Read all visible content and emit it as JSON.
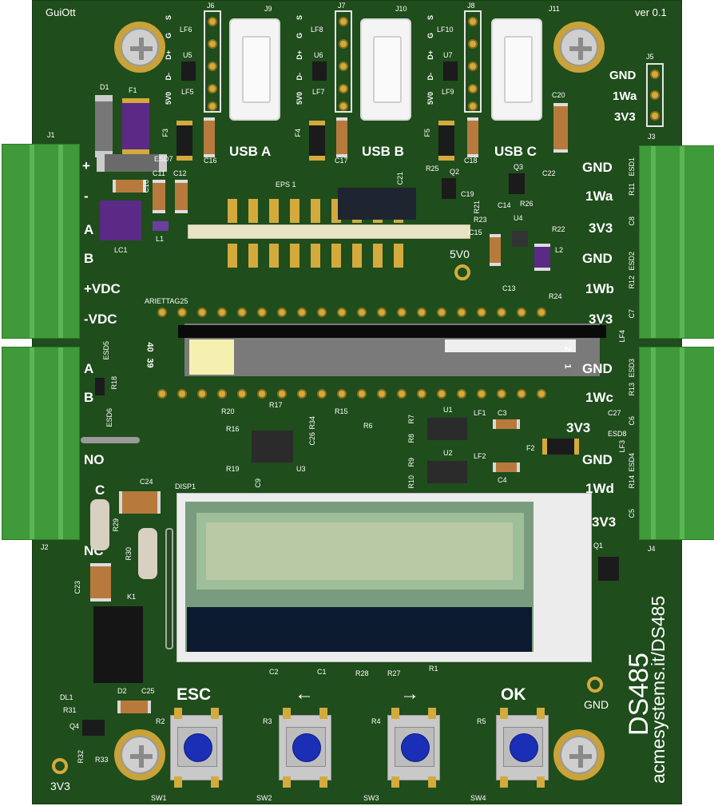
{
  "board": {
    "author": "GuiOtt",
    "version": "ver 0.1",
    "product": "DS485",
    "url": "acmesystems.it/DS485",
    "colors": {
      "pcb": "#1f4d1c",
      "silk": "#ffffff",
      "gold": "#d4aa3c",
      "terminal": "#3f9a3a",
      "button": "#1a2fb6"
    }
  },
  "usb": [
    {
      "label": "USB A",
      "ref": "J9"
    },
    {
      "label": "USB B",
      "ref": "J10"
    },
    {
      "label": "USB C",
      "ref": "J11"
    }
  ],
  "headers": [
    {
      "ref": "J6",
      "pins": [
        "G",
        "D+",
        "D-",
        "5V0"
      ],
      "top": "S"
    },
    {
      "ref": "J7",
      "pins": [
        "G",
        "D+",
        "D-",
        "5V0"
      ],
      "top": "S"
    },
    {
      "ref": "J8",
      "pins": [
        "G",
        "D+",
        "D-",
        "5V0"
      ],
      "top": "S"
    }
  ],
  "j5": {
    "ref": "J5",
    "labels": [
      "GND",
      "1Wa",
      "3V3"
    ]
  },
  "left_terminal_top": {
    "ref": "J1",
    "labels": [
      "+",
      "-",
      "A",
      "B",
      "+VDC",
      "-VDC"
    ]
  },
  "left_terminal_bottom": {
    "ref": "J2",
    "labels": [
      "A",
      "B",
      "NO",
      "C",
      "NC"
    ]
  },
  "right_terminal_top": {
    "ref": "J3",
    "labels": [
      "GND",
      "1Wa",
      "3V3",
      "GND",
      "1Wb",
      "3V3"
    ]
  },
  "right_terminal_bottom": {
    "ref": "J4",
    "labels": [
      "GND",
      "1Wc",
      "3V3",
      "GND",
      "1Wd",
      "3V3"
    ]
  },
  "testpoints": {
    "v5": "5V0",
    "gnd": "GND",
    "v3": "3V3"
  },
  "modules": {
    "eps": "EPS 1",
    "arietta": "ARIETTAG25",
    "disp": "DISP1",
    "pin_left": "40",
    "pin_left2": "39",
    "pin_right": "2",
    "pin_right2": "1"
  },
  "buttons": [
    {
      "label": "ESC",
      "ref": "SW1",
      "res": "R2"
    },
    {
      "label": "←",
      "ref": "SW2",
      "res": "R3"
    },
    {
      "label": "→",
      "ref": "SW3",
      "res": "R4"
    },
    {
      "label": "OK",
      "ref": "SW4",
      "res": "R5"
    }
  ],
  "refs": {
    "d1": "D1",
    "f1": "F1",
    "f3": "F3",
    "f4": "F4",
    "f5": "F5",
    "esd7": "ESD7",
    "c16": "C16",
    "c17": "C17",
    "c18": "C18",
    "c20": "C20",
    "lf6": "LF6",
    "lf5": "LF5",
    "u5": "U5",
    "lf8": "LF8",
    "lf7": "LF7",
    "u6": "U6",
    "lf10": "LF10",
    "lf9": "LF9",
    "u7": "U7",
    "c11": "C11",
    "c12": "C12",
    "c10": "C10",
    "lc1": "LC1",
    "l1": "L1",
    "r25": "R25",
    "q2": "Q2",
    "c21": "C21",
    "c19": "C19",
    "q3": "Q3",
    "c22": "C22",
    "r26": "R26",
    "c14": "C14",
    "u4": "U4",
    "r21": "R21",
    "r23": "R23",
    "c15": "C15",
    "r22": "R22",
    "l2": "L2",
    "c13": "C13",
    "r24": "R24",
    "esd1": "ESD1",
    "r11": "R11",
    "c8": "C8",
    "esd2": "ESD2",
    "r12": "R12",
    "c7": "C7",
    "lf4": "LF4",
    "esd3": "ESD3",
    "r13": "R13",
    "c6": "C6",
    "c27": "C27",
    "esd8": "ESD8",
    "lf3": "LF3",
    "esd4": "ESD4",
    "r14": "R14",
    "c5": "C5",
    "esd5": "ESD5",
    "r18": "R18",
    "esd6": "ESD6",
    "r20": "R20",
    "r17": "R17",
    "r15": "R15",
    "r16": "R16",
    "r19": "R19",
    "r34": "R34",
    "c26": "C26",
    "u3": "U3",
    "c9": "C9",
    "r6": "R6",
    "r7": "R7",
    "u1": "U1",
    "lf1": "LF1",
    "c3": "C3",
    "r8": "R8",
    "r9": "R9",
    "u2": "U2",
    "lf2": "LF2",
    "r10": "R10",
    "c4": "C4",
    "f2": "F2",
    "c24": "C24",
    "r29": "R29",
    "r30": "R30",
    "c23": "C23",
    "k1": "K1",
    "c25": "C25",
    "dl1": "DL1",
    "d2": "D2",
    "r31": "R31",
    "q4": "Q4",
    "r32": "R32",
    "r33": "R33",
    "c2": "C2",
    "c1": "C1",
    "r28": "R28",
    "r27": "R27",
    "r1": "R1",
    "q1": "Q1"
  }
}
